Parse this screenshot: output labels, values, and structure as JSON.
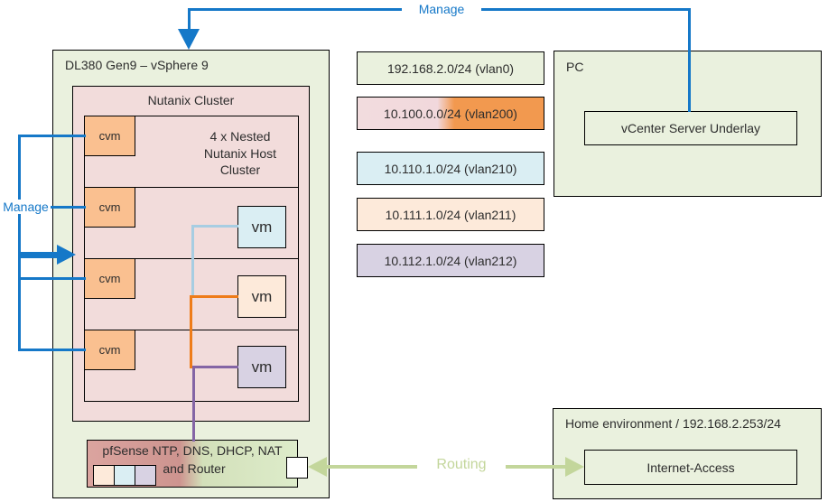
{
  "colors": {
    "box_green": "#eaf1de",
    "cluster_pink": "#f2dcdb",
    "cvm_orange": "#fac090",
    "vlan200_orange": "#f2994f",
    "vlan210_blue": "#daeef3",
    "vlan211_peach": "#fdeada",
    "vlan212_lavender": "#d8d2e3",
    "manage_blue": "#1578c8",
    "routing_green": "#c3d69b",
    "link_blue": "#a7cde2",
    "link_orange": "#ee7c1a",
    "link_purple": "#8465a5",
    "pfsense_red": "#cd948f"
  },
  "server": {
    "title": "DL380 Gen9 – vSphere 9",
    "cluster_title": "Nutanix Cluster",
    "hosts_label": [
      "4 x Nested",
      "Nutanix Host",
      "Cluster"
    ],
    "cvm_label": "cvm",
    "vm_label": "vm",
    "pfsense_line1": "pfSense NTP, DNS, DHCP, NAT",
    "pfsense_line2": "and Router"
  },
  "vlans": [
    {
      "label": "192.168.2.0/24 (vlan0)"
    },
    {
      "label": "10.100.0.0/24 (vlan200)"
    },
    {
      "label": "10.110.1.0/24 (vlan210)"
    },
    {
      "label": "10.111.1.0/24 (vlan211)"
    },
    {
      "label": "10.112.1.0/24 (vlan212)"
    }
  ],
  "pc": {
    "title": "PC",
    "vcenter_label": "vCenter Server Underlay"
  },
  "home": {
    "title": "Home environment / 192.168.2.253/24",
    "internet_label": "Internet-Access"
  },
  "labels": {
    "manage_top": "Manage",
    "manage_left": "Manage",
    "routing": "Routing"
  }
}
